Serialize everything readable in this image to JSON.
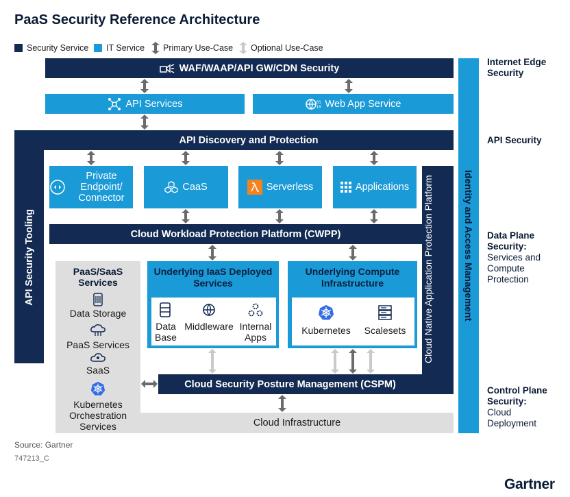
{
  "title": "PaaS Security Reference Architecture",
  "legend": {
    "security_service": "Security Service",
    "it_service": "IT Service",
    "primary": "Primary Use-Case",
    "optional": "Optional Use-Case"
  },
  "colors": {
    "security": "#132a52",
    "it": "#1a9ad6",
    "grey": "#dedede",
    "arrow_primary": "#6b6b6b",
    "arrow_optional": "#c9c9c9"
  },
  "boxes": {
    "waf": "WAF/WAAP/API GW/CDN Security",
    "api_services": "API Services",
    "web_app": "Web App Service",
    "api_discovery": "API Discovery and Protection",
    "api_tooling": "API Security Tooling",
    "private_endpoint": "Private Endpoint/ Connector",
    "caas": "CaaS",
    "serverless": "Serverless",
    "applications": "Applications",
    "cnapp": "Cloud Native Application Protection Platform",
    "iam": "Identity and Access Management",
    "cwpp": "Cloud Workload Protection Platform (CWPP)",
    "iaas": "Underlying IaaS Deployed Services",
    "compute": "Underlying Compute Infrastructure",
    "cspm": "Cloud Security Posture Management (CSPM)",
    "cloud_infra": "Cloud Infrastructure"
  },
  "iaas_items": {
    "database": "Data Base",
    "middleware": "Middleware",
    "internal_apps": "Internal Apps"
  },
  "compute_items": {
    "kubernetes": "Kubernetes",
    "scalesets": "Scalesets"
  },
  "paas_saas": {
    "title": "PaaS/SaaS Services",
    "data_storage": "Data Storage",
    "paas_services": "PaaS Services",
    "saas": "SaaS",
    "k8s_orch": "Kubernetes Orchestration Services"
  },
  "side_labels": {
    "edge_title": "Internet Edge Security",
    "api_title": "API Security",
    "data_title": "Data Plane Security:",
    "data_sub": "Services and Compute Protection",
    "control_title": "Control Plane Security:",
    "control_sub": "Cloud Deployment"
  },
  "footer": {
    "source": "Source: Gartner",
    "id": "747213_C",
    "logo": "Gartner"
  }
}
